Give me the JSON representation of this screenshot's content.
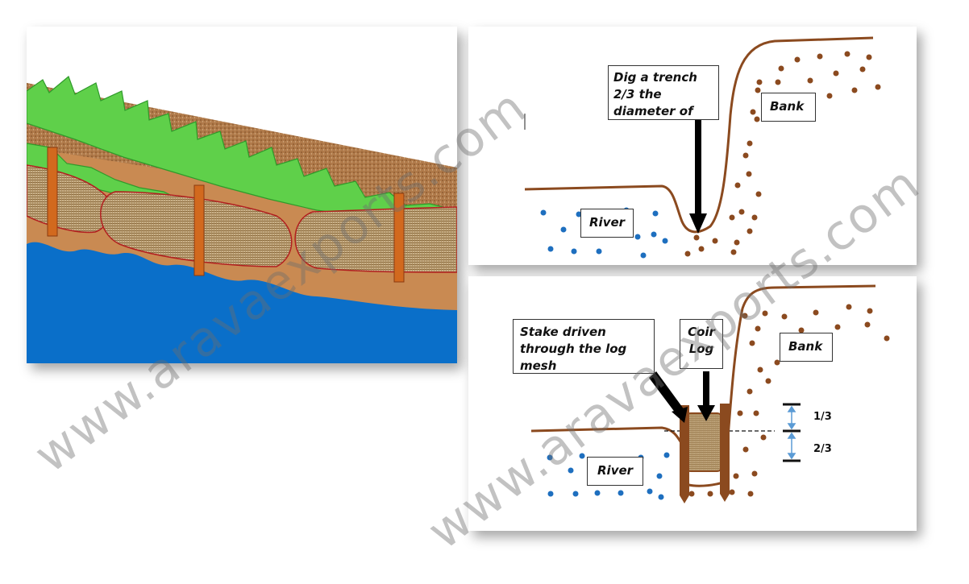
{
  "top_panel": {
    "label_trench": "Dig a trench 2/3 the diameter of",
    "label_bank": "Bank",
    "label_river": "River"
  },
  "bottom_panel": {
    "label_stake": "Stake driven through the log mesh",
    "label_coir_log": "Coir Log",
    "label_bank": "Bank",
    "label_river": "River",
    "measure_upper": "1/3",
    "measure_lower": "2/3"
  },
  "watermark": "www.aravaexports.com",
  "colors": {
    "water": "#0a6fc9",
    "soil": "#8b4a1f",
    "burlap": "#b99a6c",
    "stake": "#d2691e",
    "grass": "#5fd04a",
    "river_dots": "#1e6fbf",
    "bank_dots": "#8b4a1f"
  }
}
